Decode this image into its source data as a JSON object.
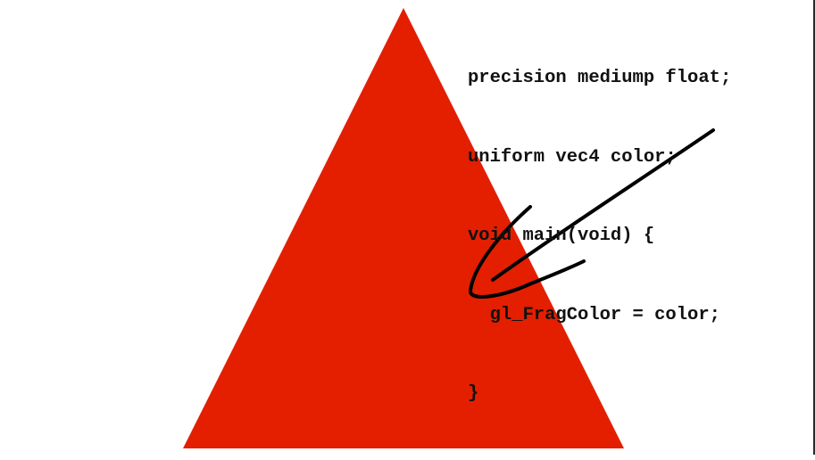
{
  "shader": {
    "lines": [
      "precision mediump float;",
      "uniform vec4 color;",
      "void main(void) {",
      "  gl_FragColor = color;",
      "}"
    ]
  },
  "colors": {
    "triangle_fill": "#e31f00",
    "arrow_stroke": "#000000",
    "code_text": "#111111",
    "background": "#ffffff"
  }
}
